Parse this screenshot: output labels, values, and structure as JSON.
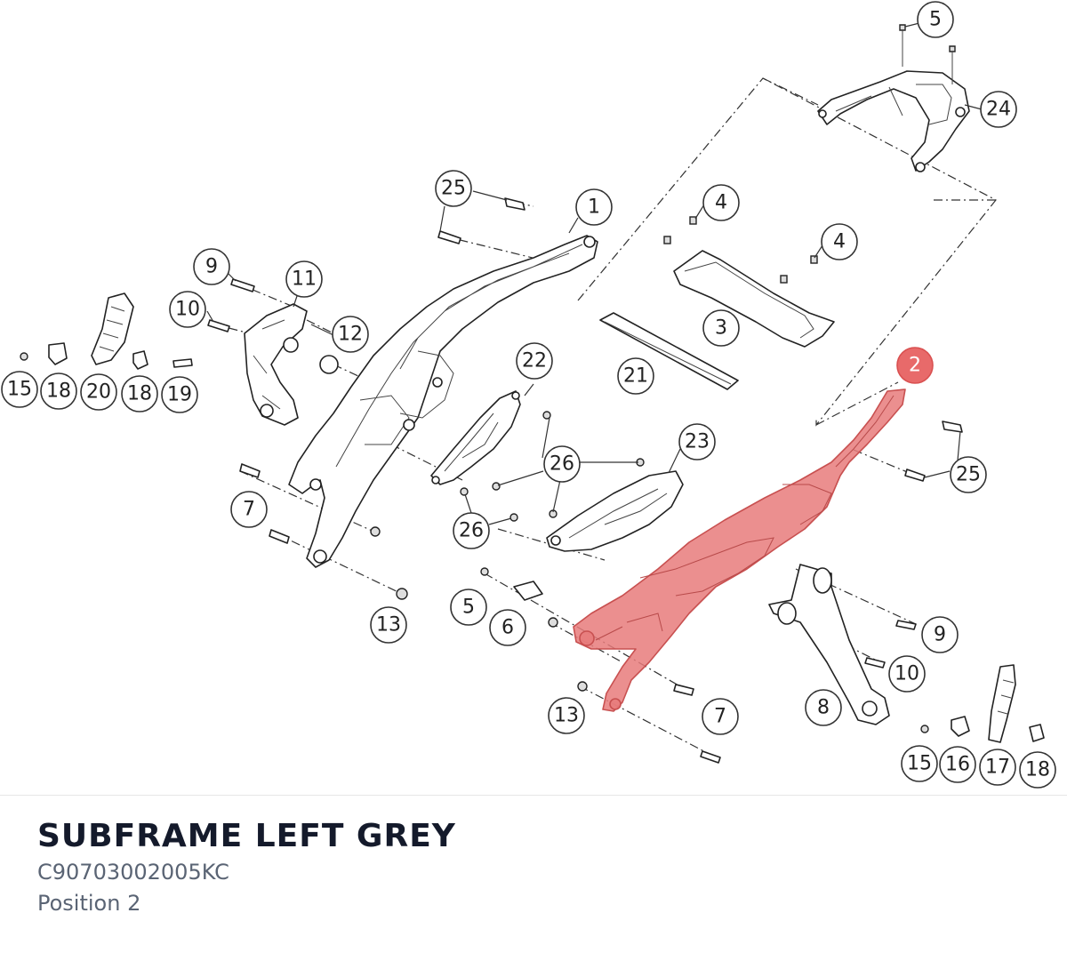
{
  "part": {
    "title": "SUBFRAME LEFT GREY",
    "number": "C90703002005KC",
    "position": "Position 2"
  },
  "colors": {
    "highlight": "#e86a6a",
    "title_text": "#141a2b",
    "meta_text": "#5a6474"
  },
  "highlighted_callout": "2",
  "callouts": [
    {
      "id": "c-5-top",
      "label": "5"
    },
    {
      "id": "c-24",
      "label": "24"
    },
    {
      "id": "c-25-top",
      "label": "25"
    },
    {
      "id": "c-1",
      "label": "1"
    },
    {
      "id": "c-4-a",
      "label": "4"
    },
    {
      "id": "c-4-b",
      "label": "4"
    },
    {
      "id": "c-9-left",
      "label": "9"
    },
    {
      "id": "c-11",
      "label": "11"
    },
    {
      "id": "c-10-left",
      "label": "10"
    },
    {
      "id": "c-12",
      "label": "12"
    },
    {
      "id": "c-3",
      "label": "3"
    },
    {
      "id": "c-2",
      "label": "2"
    },
    {
      "id": "c-22",
      "label": "22"
    },
    {
      "id": "c-21",
      "label": "21"
    },
    {
      "id": "c-15-left",
      "label": "15"
    },
    {
      "id": "c-18-left-a",
      "label": "18"
    },
    {
      "id": "c-20",
      "label": "20"
    },
    {
      "id": "c-18-left-b",
      "label": "18"
    },
    {
      "id": "c-19",
      "label": "19"
    },
    {
      "id": "c-23",
      "label": "23"
    },
    {
      "id": "c-26-a",
      "label": "26"
    },
    {
      "id": "c-25-right",
      "label": "25"
    },
    {
      "id": "c-7-left",
      "label": "7"
    },
    {
      "id": "c-26-b",
      "label": "26"
    },
    {
      "id": "c-13-left",
      "label": "13"
    },
    {
      "id": "c-5-mid",
      "label": "5"
    },
    {
      "id": "c-6",
      "label": "6"
    },
    {
      "id": "c-9-right",
      "label": "9"
    },
    {
      "id": "c-10-right",
      "label": "10"
    },
    {
      "id": "c-13-right",
      "label": "13"
    },
    {
      "id": "c-7-right",
      "label": "7"
    },
    {
      "id": "c-8",
      "label": "8"
    },
    {
      "id": "c-15-right",
      "label": "15"
    },
    {
      "id": "c-16",
      "label": "16"
    },
    {
      "id": "c-17",
      "label": "17"
    },
    {
      "id": "c-18-right",
      "label": "18"
    }
  ]
}
